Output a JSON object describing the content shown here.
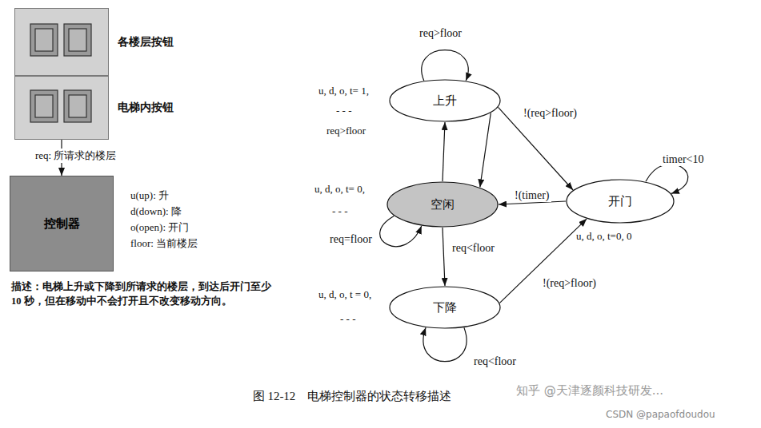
{
  "diagram": {
    "caption": "图 12-12　电梯控制器的状态转移描述",
    "nodes": [
      {
        "text": [
          "各楼层按钮"
        ]
      },
      {
        "text": [
          "电梯内按钮"
        ]
      },
      {
        "text": [
          "控制器"
        ]
      },
      {
        "text": [
          "上升"
        ]
      },
      {
        "text": [
          "空闲"
        ]
      },
      {
        "text": [
          "开门"
        ]
      },
      {
        "text": [
          "下降"
        ]
      }
    ],
    "edges": [
      {
        "from": 1,
        "to": 2,
        "arrow": "to",
        "label": "req: 所请求的楼层"
      },
      {
        "from": 3,
        "to": 3,
        "arrow": "to",
        "label": "req>floor"
      },
      {
        "from": 4,
        "to": 3,
        "arrow": "to"
      },
      {
        "from": 3,
        "to": 5,
        "arrow": "to",
        "label": "!(req>floor)"
      },
      {
        "from": 3,
        "to": 4,
        "arrow": "to"
      },
      {
        "from": 5,
        "to": 5,
        "arrow": "to",
        "label": "timer<10"
      },
      {
        "from": 5,
        "to": 4,
        "arrow": "to",
        "label": "!(timer)"
      },
      {
        "from": 4,
        "to": 4,
        "arrow": "to",
        "label": "req=floor"
      },
      {
        "from": 4,
        "to": 6,
        "arrow": "to",
        "label": "req<floor"
      },
      {
        "from": 6,
        "to": 6,
        "arrow": "to",
        "label": "req<floor"
      },
      {
        "from": 6,
        "to": 5,
        "arrow": "to",
        "label": "!(req>floor)"
      }
    ],
    "labels": [
      "u(up): 升",
      "d(down): 降",
      "o(open): 开门",
      "floor: 当前楼层",
      "描述：电梯上升或下降到所请求的楼层，到达后开门至少 10 秒，但在移动中不会打开且不改变移动方向。",
      "u, d, o, t= 1,",
      "- - -",
      "req>floor",
      "u, d, o, t= 0,",
      "- - -",
      "u, d, o, t=0, 0",
      "u, d, o, t = 0,",
      "- - -",
      "知乎 @天津逐颜科技研发...",
      "CSDN @papaofdoudou"
    ]
  }
}
